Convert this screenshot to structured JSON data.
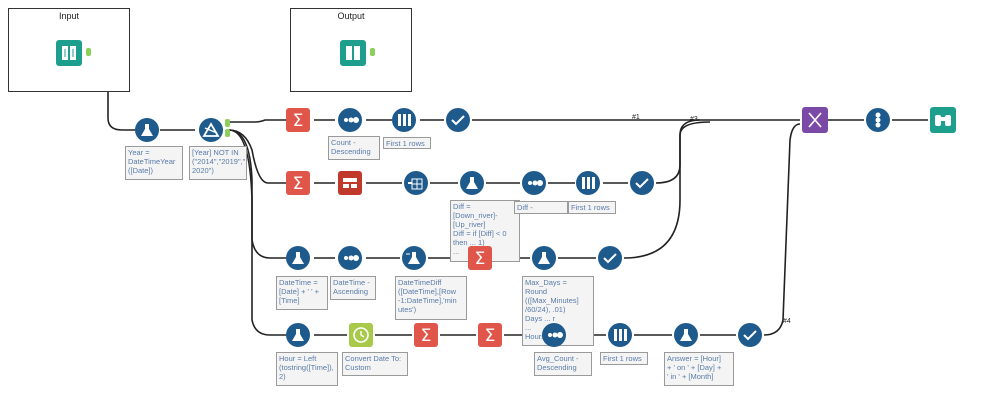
{
  "containers": {
    "input_title": "Input",
    "output_title": "Output"
  },
  "annotations": {
    "year": "Year =\nDateTimeYear\n([Date])",
    "filter": "[Year] NOT IN\n(\"2014\",\"2019\",\"\n2020\")",
    "count_desc": "Count -\nDescending",
    "first1_a": "First 1 rows",
    "diff_formula": "Diff =\n[Down_river]-\n[Up_river]\nDiff = if [Diff] < 0\nthen ... 1)\n...",
    "diff_desc": "Diff - Descendi",
    "first1_b": "First 1 rows",
    "datetime_formula": "DateTime =\n[Date] + ' ' +\n[Time]",
    "datetime_asc": "DateTime -\nAscending",
    "datetimediff": "DateTimeDiff\n([DateTime],[Row\n-1:DateTime],'min\nutes')",
    "maxdays": "Max_Days =\nRound\n(([Max_Minutes]\n/60/24), .01)\nDays ... r\n...\nHours",
    "hour": "Hour = Left\n(tostring([Time]),\n2)",
    "convert_date": "Convert Date To:\nCustom",
    "avg_count": "Avg_Count -\nDescending",
    "first1_c": "First 1 rows",
    "answer": "Answer = [Hour]\n+ ' on ' + [Day] +\n' in ' + [Month]"
  },
  "connection_labels": {
    "c1": "#1",
    "c3": "#3",
    "c4": "#4"
  },
  "colors": {
    "input_output": "#1e9e8c",
    "prep": "#1e5a8c",
    "summarize": "#e0564a",
    "join": "#7b4aa6",
    "anchor": "#8ccf5a",
    "parse": "#c0392b",
    "datetime": "#a8c94a"
  }
}
